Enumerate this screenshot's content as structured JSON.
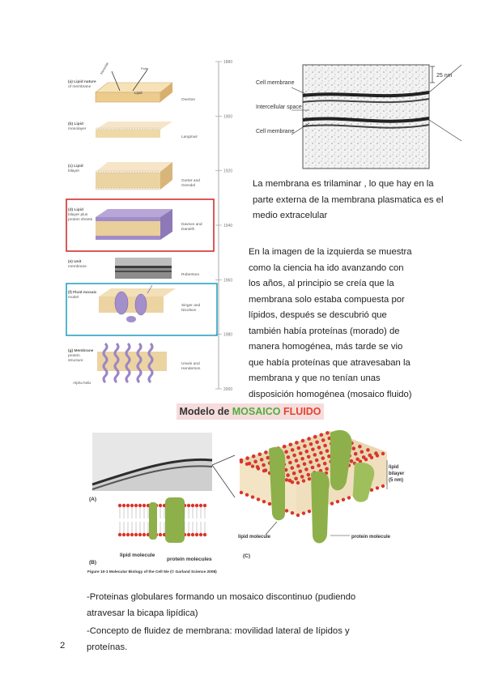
{
  "history_figure": {
    "stages": [
      {
        "tag": "(a)",
        "label": "Lipid nature of membrane",
        "scientist": "Overton",
        "arrows": [
          "Nonpolar",
          "Polar"
        ],
        "block": "Lipid"
      },
      {
        "tag": "(b)",
        "label": "Lipid monolayer",
        "scientist": "Langmuir"
      },
      {
        "tag": "(c)",
        "label": "Lipid bilayer",
        "scientist": "Gorter and Grendel"
      },
      {
        "tag": "(d)",
        "label": "Lipid bilayer plus protein sheets",
        "scientist": "Davson and Danielli"
      },
      {
        "tag": "(e)",
        "label": "Unit membrane",
        "scientist": "Robertson"
      },
      {
        "tag": "(f)",
        "label": "Fluid mosaic model",
        "scientist": "Singer and Nicolson"
      },
      {
        "tag": "(g)",
        "label": "Membrane protein structure",
        "scientist": "Unwin and Henderson",
        "extra": "Alpha helix"
      }
    ],
    "years": [
      "1880",
      "1900",
      "1920",
      "1940",
      "1960",
      "1980",
      "2000"
    ],
    "highlight_colors": {
      "d": "#d32f2f",
      "f": "#29a3c4"
    }
  },
  "micrograph": {
    "labels": [
      "Cell membrane",
      "Intercellular space",
      "Cell membrane"
    ],
    "scale": "25 nm"
  },
  "text": {
    "trilaminar": [
      "La membrana es trilaminar , lo que hay en la",
      "parte externa de la membrana plasmatica es el",
      "medio extracelular"
    ],
    "history": [
      "En la imagen de la izquierda se muestra",
      "como la ciencia ha ido avanzando con",
      "los años, al principio se creía que la",
      "membrana solo estaba compuesta por",
      "lípidos, después se descubrió que",
      "también había proteínas (morado) de",
      "manera homogénea, más tarde se vio",
      "que había proteínas que atravesaban la",
      "membrana y que no tenían unas",
      "disposición homogénea (mosaico fluido)"
    ],
    "bullet1": [
      "-Proteinas globulares formando un mosaico discontinuo (pudiendo",
      "atravesar la bicapa lipídica)"
    ],
    "bullet2": [
      "-Concepto de fluidez de membrana: movilidad lateral de lípidos y",
      "proteínas."
    ],
    "page_number": "2"
  },
  "banner": {
    "prefix": "Modelo de ",
    "word1": "MOSAICO",
    "word2": "FLUIDO"
  },
  "fluid_figure": {
    "panel_a": "(A)",
    "panel_b": "(B)",
    "panel_c": "(C)",
    "lipid_molecule": "lipid molecule",
    "protein_molecules": "protein molecules",
    "lipid_molecule_c": "lipid molecule",
    "protein_molecule_c": "protein molecule",
    "bilayer_label": [
      "lipid",
      "bilayer",
      "(5 nm)"
    ],
    "caption": "Figure 10-1 Molecular Biology of the Cell 5/e (© Garland Science 2008)",
    "colors": {
      "protein": "#8db04a",
      "head": "#d9352b"
    }
  }
}
